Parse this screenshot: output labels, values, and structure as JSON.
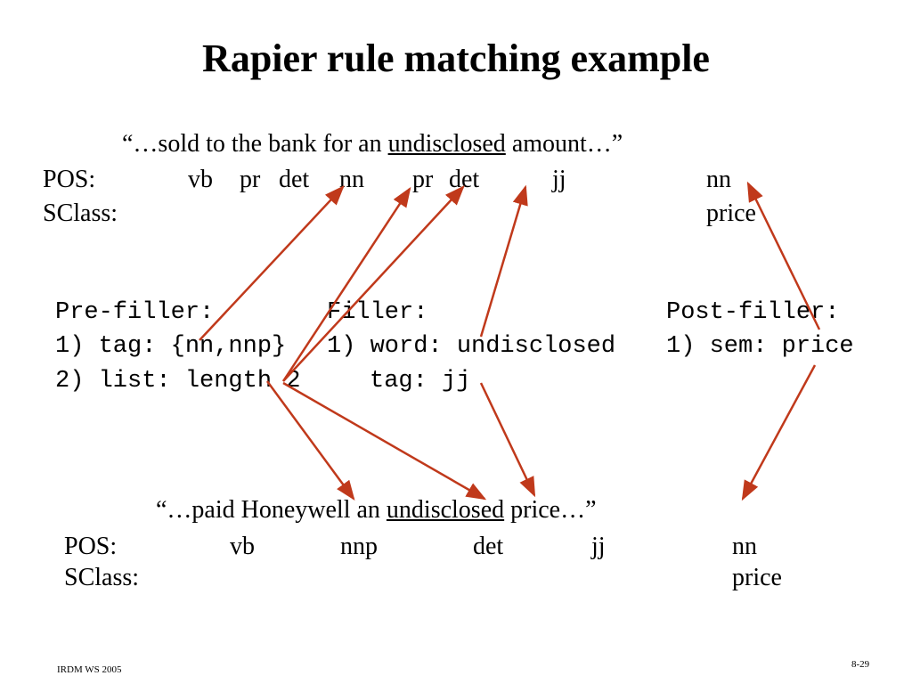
{
  "title": "Rapier rule matching example",
  "sentence1": {
    "open": "“…sold to the bank for an ",
    "underlined": "undisclosed",
    "close": " amount…”",
    "pos_label": "POS:",
    "pos_tags": [
      "vb",
      "pr",
      "det",
      "nn",
      "pr",
      "det",
      "jj",
      "nn"
    ],
    "sclass_label": "SClass:",
    "sclass_value": "price"
  },
  "rule": {
    "pre_filler": {
      "header": "Pre-filler:",
      "line1": "1) tag: {nn,nnp}",
      "line2": "2) list: length 2"
    },
    "filler": {
      "header": "Filler:",
      "line1": "1) word: undisclosed",
      "line2": "tag: jj"
    },
    "post_filler": {
      "header": "Post-filler:",
      "line1": "1) sem: price"
    }
  },
  "sentence2": {
    "open": "“…paid Honeywell an ",
    "underlined": "undisclosed",
    "close": " price…”",
    "pos_label": "POS:",
    "pos_tags": [
      "vb",
      "nnp",
      "det",
      "jj",
      "nn"
    ],
    "sclass_label": "SClass:",
    "sclass_value": "price"
  },
  "footer": {
    "left": "IRDM  WS 2005",
    "right": "8-29"
  },
  "colors": {
    "arrow": "#c0391b",
    "text": "#000000"
  }
}
